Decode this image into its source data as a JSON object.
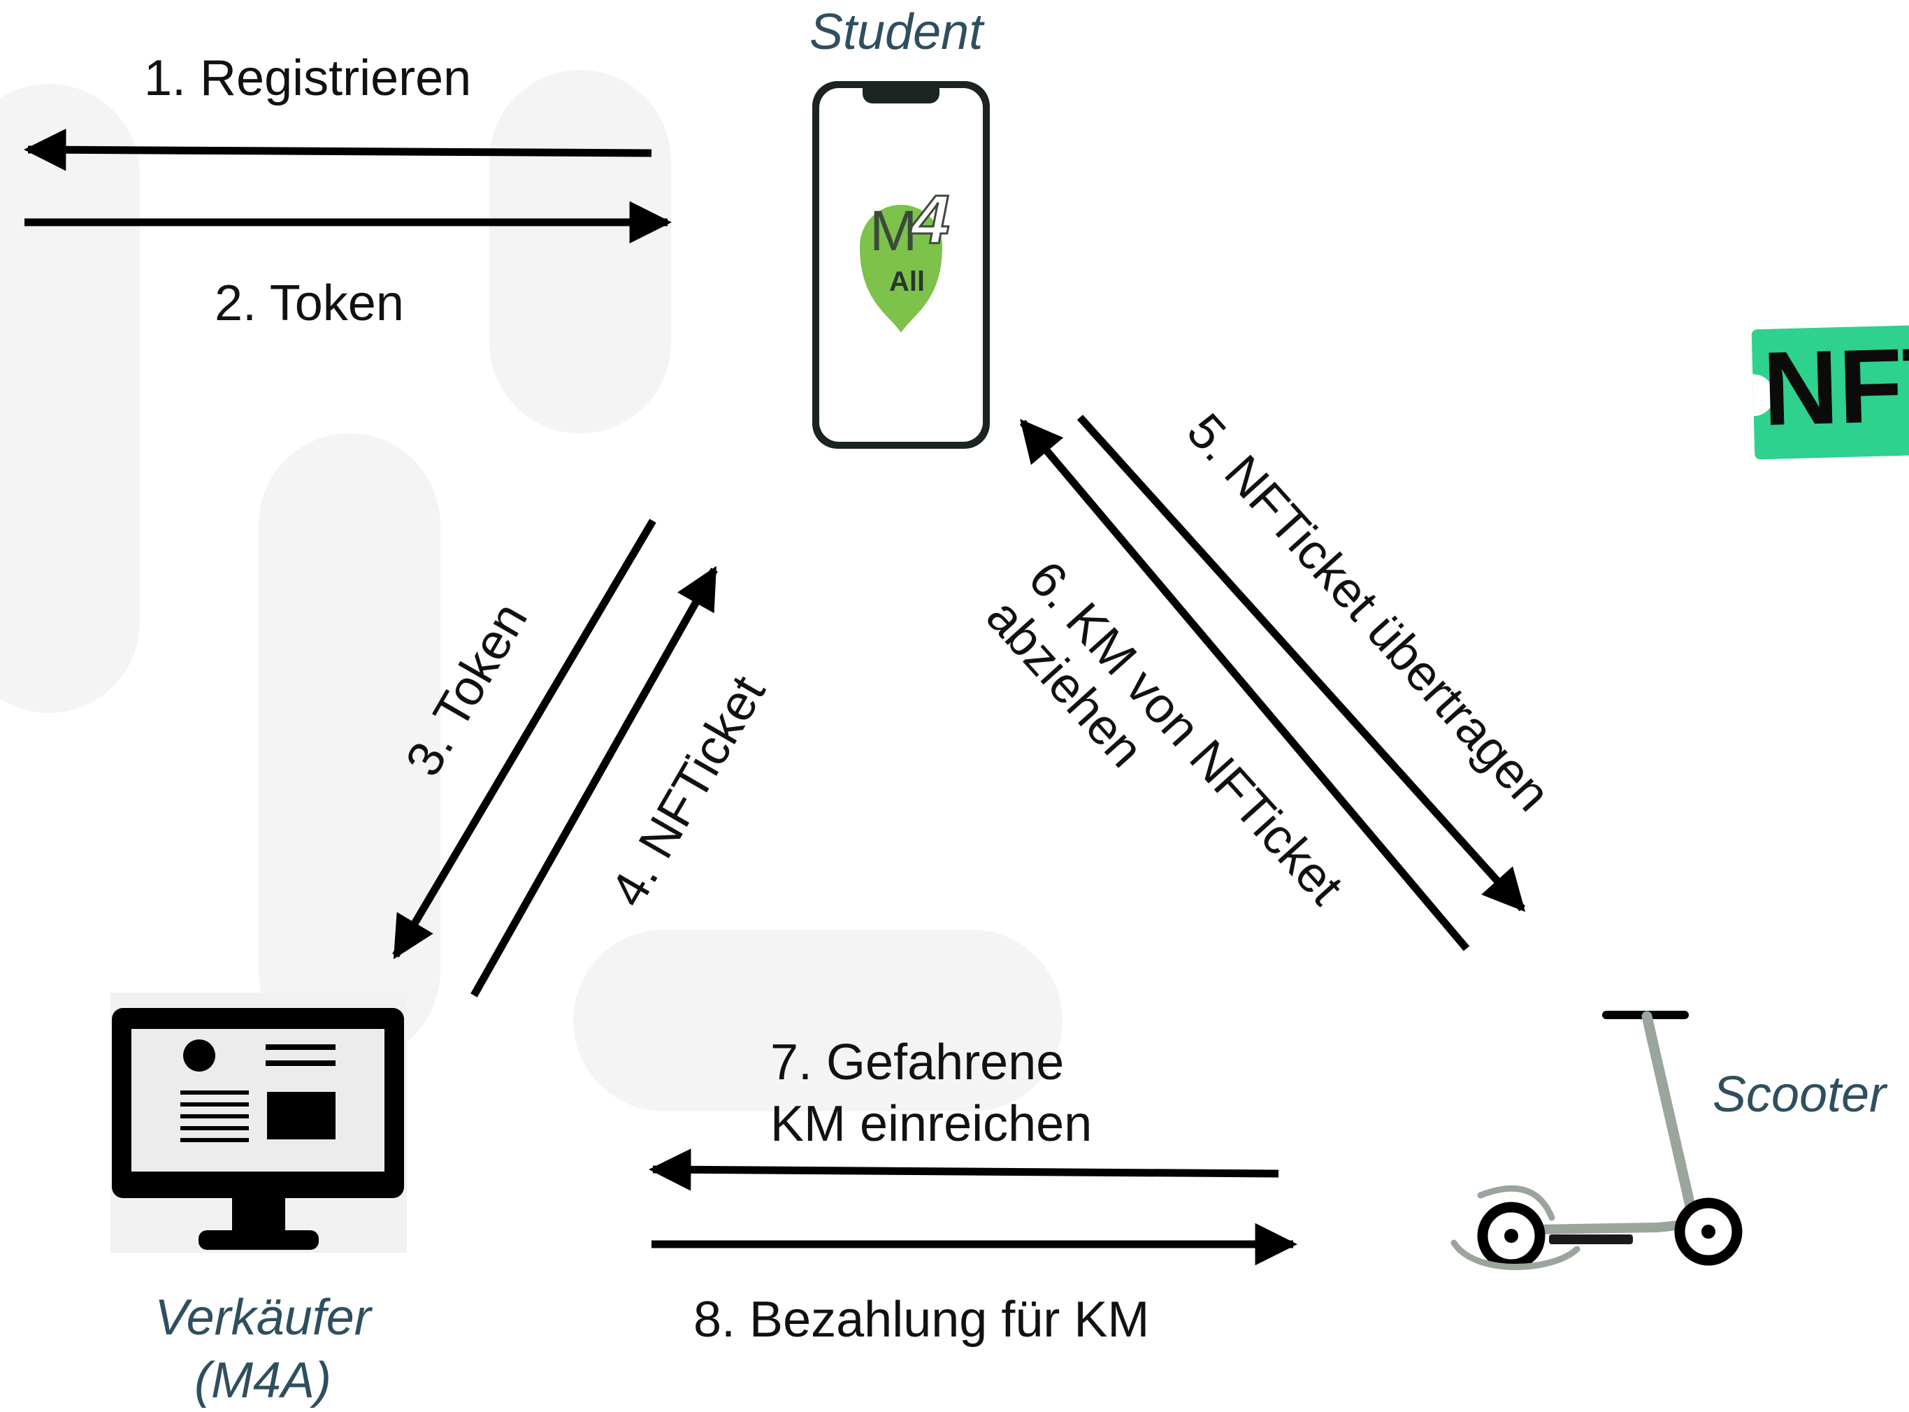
{
  "actors": {
    "student": "Student",
    "vendor": "Verkäufer\n(M4A)",
    "scooter": "Scooter"
  },
  "app_logo": {
    "line1": "M",
    "digit": "4",
    "line2": "All"
  },
  "nft_logo_text": "NFT",
  "steps": {
    "s1": "1. Registrieren",
    "s2": "2. Token",
    "s3": "3. Token",
    "s4": "4. NFTicket",
    "s5": "5. NFTicket übertragen",
    "s6": "6. KM von NFTicket\nabziehen",
    "s7": "7. Gefahrene\nKM einreichen",
    "s8": "8. Bezahlung für KM"
  },
  "colors": {
    "actor_text": "#2f4f5e",
    "logo_green": "#7dc24a",
    "nft_green": "#2ed18d",
    "scooter_grey": "#9aa59c"
  }
}
